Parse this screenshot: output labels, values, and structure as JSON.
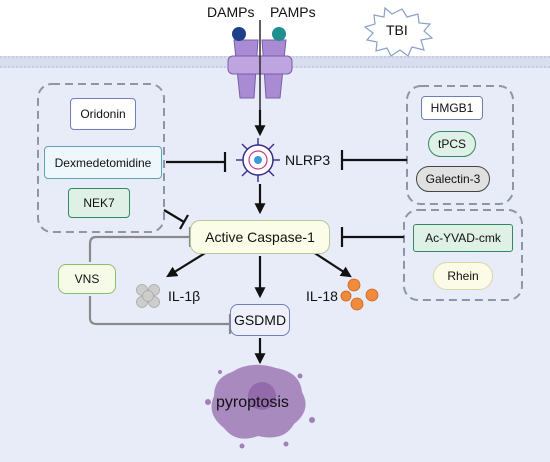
{
  "receptor": {
    "damps": "DAMPs",
    "pamps": "PAMPs"
  },
  "tbi": "TBI",
  "nlrp3": "NLRP3",
  "left_inhibitors": [
    "Oridonin",
    "Dexmedetomidine",
    "NEK7"
  ],
  "right_activators": [
    "HMGB1",
    "tPCS",
    "Galectin-3"
  ],
  "caspase": "Active Caspase-1",
  "caspase_inhibitors": [
    "Ac-YVAD-cmk",
    "Rhein"
  ],
  "vns": "VNS",
  "il1b": "IL-1β",
  "il18": "IL-18",
  "gsdmd": "GSDMD",
  "pyroptosis": "pyroptosis",
  "colors": {
    "cytoplasm": "#e8ecf8",
    "membrane": "#d6dcef",
    "receptor": "#a98bd3",
    "damps_ball": "#1e3f8a",
    "pamps_ball": "#1f8f8f",
    "caspase_fill": "#fbfde8",
    "green_box": "#dff0e6",
    "blue_box": "#eef7fb",
    "il18": "#f08a3c",
    "il1b": "#c9c9c9",
    "pyroptosis": "#a27fb8"
  }
}
